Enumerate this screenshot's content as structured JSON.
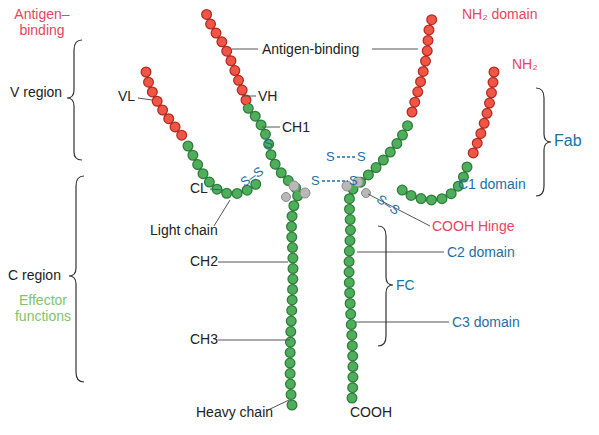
{
  "diagram": {
    "labels": [
      "Antigen– binding",
      "V region",
      "VL",
      "Antigen-binding",
      "VH",
      "CH1",
      "NH₂ domain",
      "NH₂",
      "Fab",
      "C1 domain",
      "S",
      "S–S",
      "S",
      "S",
      "S",
      "S",
      "S–S",
      "C region",
      "Effector functions",
      "CL",
      "Light chain",
      "CH2",
      "CH3",
      "Heavy chain",
      "COOH Hinge",
      "C2 domain",
      "FC",
      "C3 domain",
      "COOH"
    ]
  }
}
